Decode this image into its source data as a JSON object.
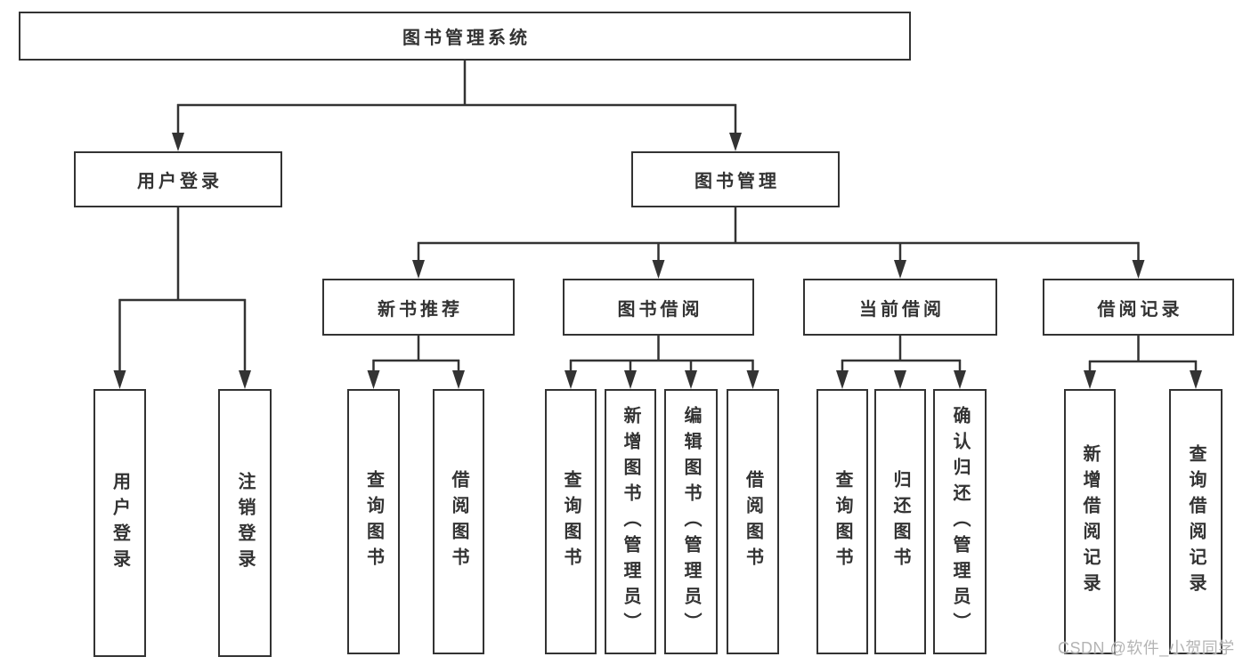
{
  "diagram": {
    "tree": {
      "root": "图书管理系统",
      "children": [
        {
          "label": "用户登录",
          "children": [
            "用户登录",
            "注销登录"
          ]
        },
        {
          "label": "图书管理",
          "children": [
            {
              "label": "新书推荐",
              "children": [
                "查询图书",
                "借阅图书"
              ]
            },
            {
              "label": "图书借阅",
              "children": [
                "查询图书",
                "新增图书（管理员）",
                "编辑图书（管理员）",
                "借阅图书"
              ]
            },
            {
              "label": "当前借阅",
              "children": [
                "查询图书",
                "归还图书",
                "确认归还（管理员）"
              ]
            },
            {
              "label": "借阅记录",
              "children": [
                "新增借阅记录",
                "查询借阅记录"
              ]
            }
          ]
        }
      ]
    },
    "watermark": "CSDN @软件_小贺同学",
    "colors": {
      "line": "#333333",
      "text": "#333333",
      "watermark": "#b4b4b4",
      "background": "#ffffff"
    }
  }
}
